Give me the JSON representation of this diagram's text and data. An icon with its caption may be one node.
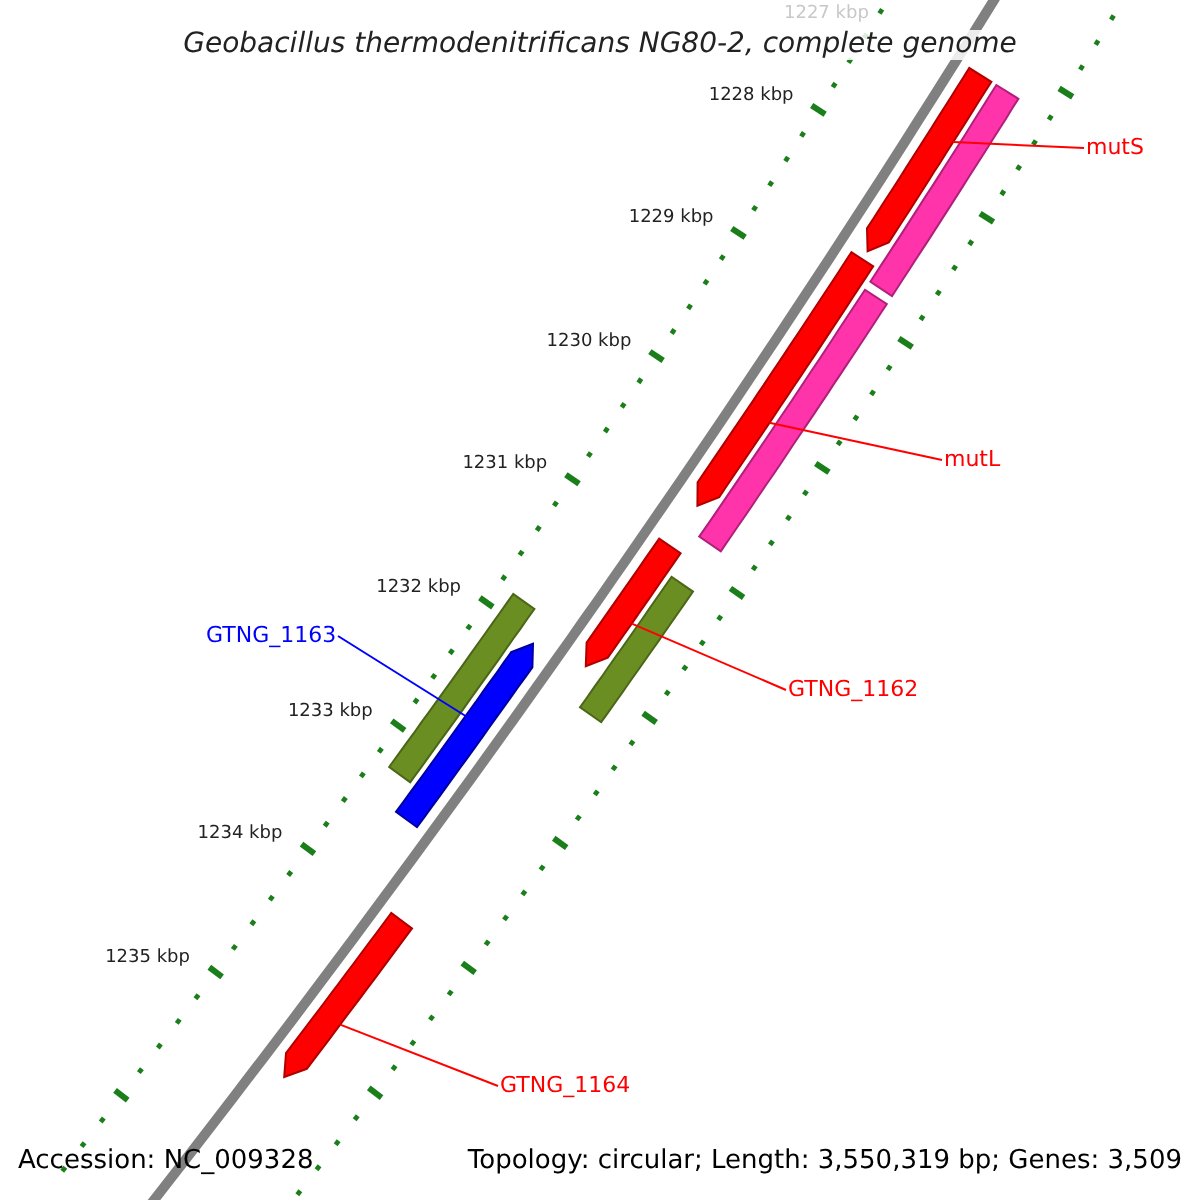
{
  "diagram": {
    "title": "Geobacillus thermodenitrificans NG80-2, complete genome",
    "nodes": [
      {
        "text": [
          "mutS"
        ]
      },
      {
        "text": [
          "mutL"
        ]
      },
      {
        "text": [
          "GTNG_1163"
        ]
      },
      {
        "text": [
          "GTNG_1162"
        ]
      },
      {
        "text": [
          "GTNG_1164"
        ]
      },
      {
        "text": [],
        "shape": "bar"
      },
      {
        "text": [],
        "shape": "bar"
      },
      {
        "text": [],
        "shape": "bar"
      },
      {
        "text": [],
        "shape": "bar"
      },
      {
        "text": [],
        "shape": "bar"
      },
      {
        "text": [],
        "shape": "bar"
      },
      {
        "text": [],
        "shape": "bar"
      },
      {
        "text": [],
        "shape": "bar"
      },
      {
        "text": [],
        "shape": "bar"
      }
    ],
    "edges": [
      {
        "from": 0,
        "to": 5,
        "arrow": "none"
      },
      {
        "from": 1,
        "to": 7,
        "arrow": "none"
      },
      {
        "from": 2,
        "to": 12,
        "arrow": "none",
        "color": "#0000ff"
      },
      {
        "from": 3,
        "to": 9,
        "arrow": "none"
      },
      {
        "from": 4,
        "to": 13,
        "arrow": "none"
      }
    ],
    "labels": [
      "1227 kbp",
      "1228 kbp",
      "1229 kbp",
      "1230 kbp",
      "1231 kbp",
      "1232 kbp",
      "1233 kbp",
      "1234 kbp",
      "1235 kbp",
      "Accession: NC_009328",
      "Topology: circular; Length: 3,550,319 bp; Genes: 3,509"
    ]
  }
}
